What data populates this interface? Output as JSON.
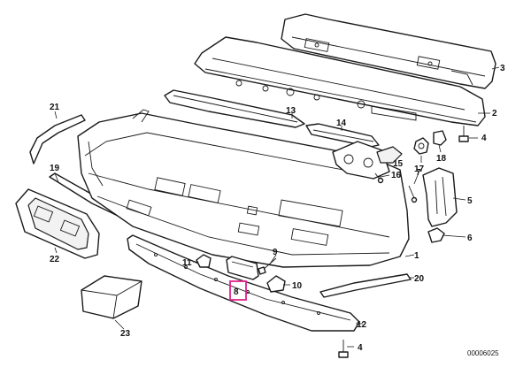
{
  "diagram": {
    "reference_code": "00006025",
    "highlight_color": "#e0218a",
    "highlighted_part": "8",
    "callouts": [
      {
        "id": "c1",
        "label": "1"
      },
      {
        "id": "c2",
        "label": "2"
      },
      {
        "id": "c3",
        "label": "3"
      },
      {
        "id": "c4a",
        "label": "4"
      },
      {
        "id": "c4b",
        "label": "4"
      },
      {
        "id": "c5",
        "label": "5"
      },
      {
        "id": "c6",
        "label": "6"
      },
      {
        "id": "c7",
        "label": "7"
      },
      {
        "id": "c8",
        "label": "8"
      },
      {
        "id": "c9",
        "label": "9"
      },
      {
        "id": "c10",
        "label": "10"
      },
      {
        "id": "c11",
        "label": "11"
      },
      {
        "id": "c12",
        "label": "12"
      },
      {
        "id": "c13",
        "label": "13"
      },
      {
        "id": "c14",
        "label": "14"
      },
      {
        "id": "c15",
        "label": "15"
      },
      {
        "id": "c16",
        "label": "16"
      },
      {
        "id": "c17",
        "label": "17"
      },
      {
        "id": "c18",
        "label": "18"
      },
      {
        "id": "c19",
        "label": "19"
      },
      {
        "id": "c20",
        "label": "20"
      },
      {
        "id": "c21",
        "label": "21"
      },
      {
        "id": "c22",
        "label": "22"
      },
      {
        "id": "c23",
        "label": "23"
      }
    ]
  }
}
